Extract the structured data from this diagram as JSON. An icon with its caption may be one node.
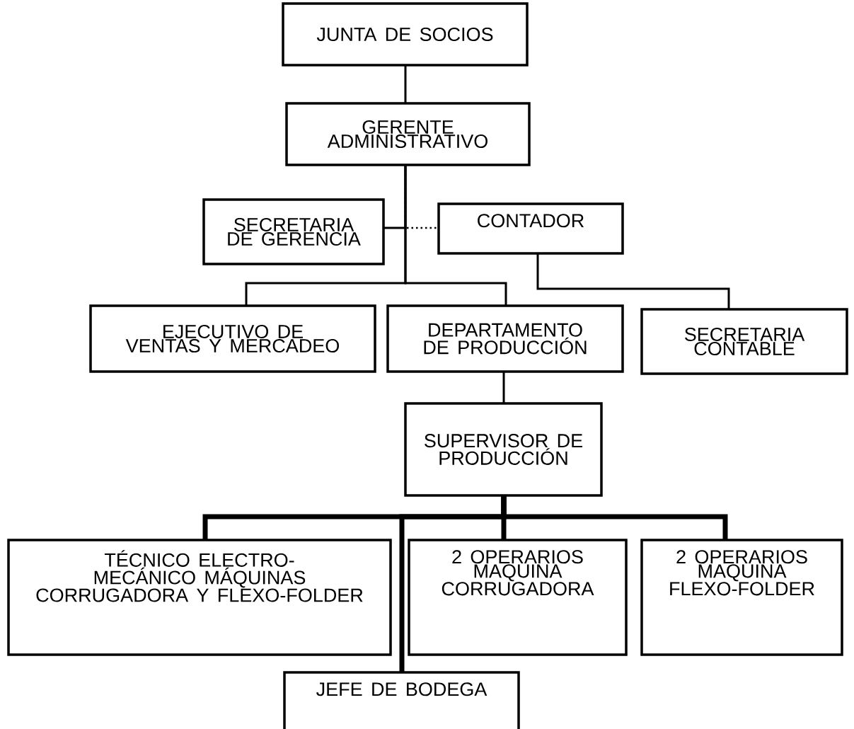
{
  "diagram": {
    "nodes": [
      {
        "text": [
          "JUNTA DE SOCIOS"
        ]
      },
      {
        "text": [
          "GERENTE ADMINISTRATIVO"
        ]
      },
      {
        "text": [
          "SECRETARIA DE GERENCIA"
        ]
      },
      {
        "text": [
          "CONTADOR"
        ]
      },
      {
        "text": [
          "EJECUTIVO DE VENTAS Y MERCADEO"
        ]
      },
      {
        "text": [
          "DEPARTAMENTO DE PRODUCCIÓN"
        ]
      },
      {
        "text": [
          "SECRETARIA CONTABLE"
        ]
      },
      {
        "text": [
          "SUPERVISOR DE PRODUCCIÓN"
        ]
      },
      {
        "text": [
          "TÉCNICO ELECTRO-MECÁNICO MÁQUINAS CORRUGADORA Y FLEXO-FOLDER"
        ]
      },
      {
        "text": [
          "2 OPERARIOS MAQUINA CORRUGADORA"
        ]
      },
      {
        "text": [
          "2 OPERARIOS MAQUINA FLEXO-FOLDER"
        ]
      },
      {
        "text": [
          "JEFE DE BODEGA"
        ]
      }
    ],
    "edges": [
      {
        "from": 0,
        "to": 1,
        "arrow": "none"
      },
      {
        "from": 1,
        "to": 2,
        "arrow": "none"
      },
      {
        "from": 1,
        "to": 3,
        "arrow": "none",
        "style": "dashed"
      },
      {
        "from": 1,
        "to": 4,
        "arrow": "none"
      },
      {
        "from": 1,
        "to": 5,
        "arrow": "none"
      },
      {
        "from": 3,
        "to": 6,
        "arrow": "none"
      },
      {
        "from": 5,
        "to": 7,
        "arrow": "none"
      },
      {
        "from": 7,
        "to": 8,
        "arrow": "none",
        "style": "thick"
      },
      {
        "from": 7,
        "to": 9,
        "arrow": "none",
        "style": "thick"
      },
      {
        "from": 7,
        "to": 10,
        "arrow": "none",
        "style": "thick"
      },
      {
        "from": 7,
        "to": 11,
        "arrow": "none",
        "style": "thick"
      }
    ]
  }
}
